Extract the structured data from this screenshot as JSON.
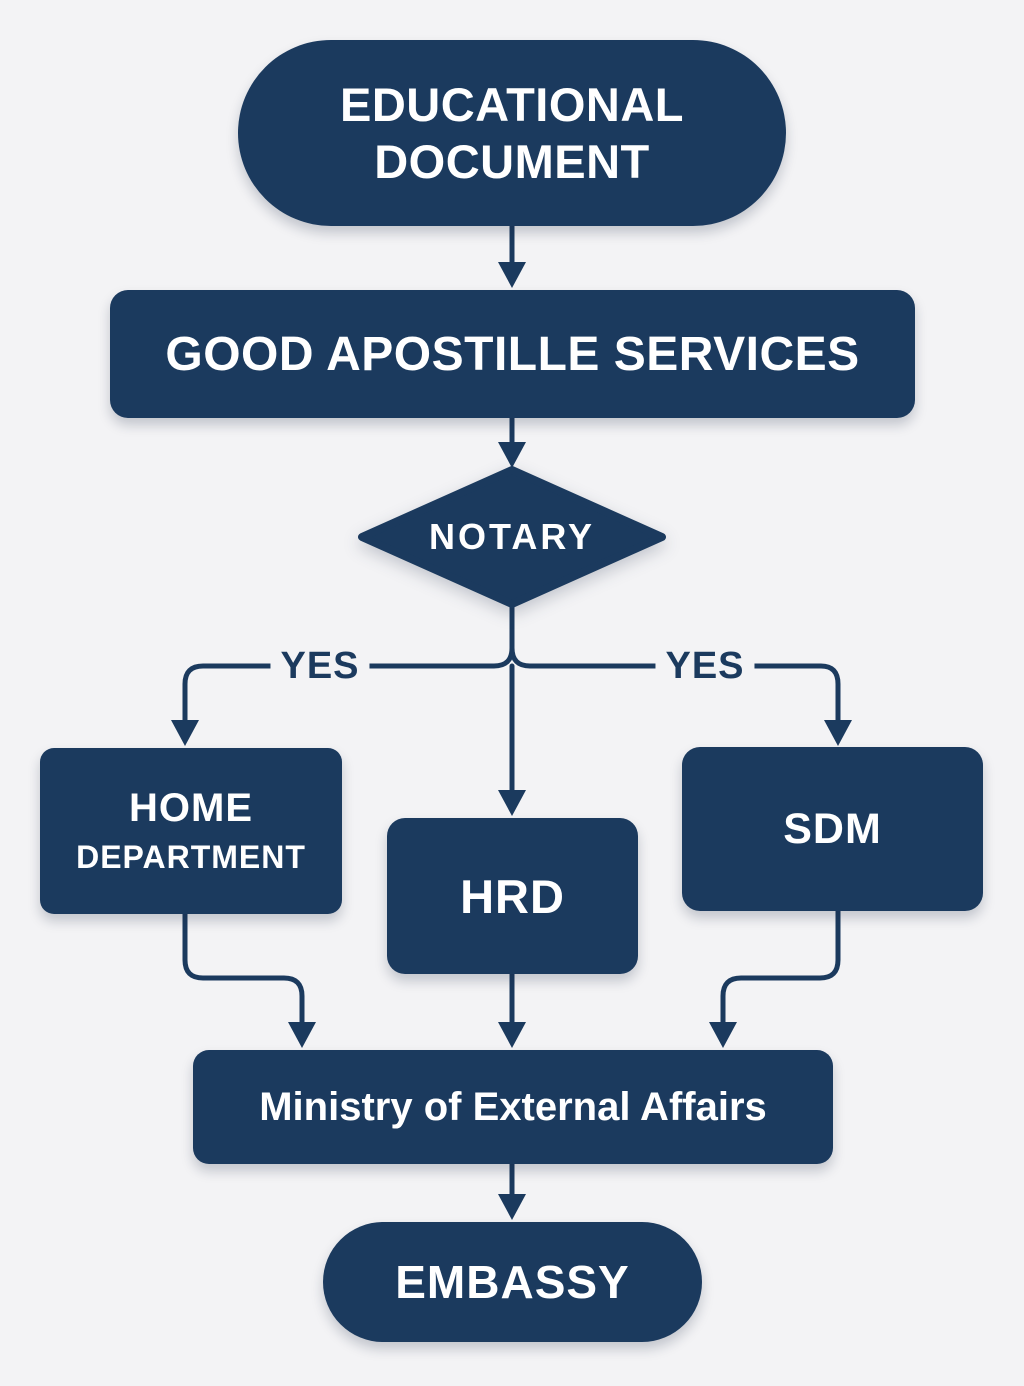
{
  "colors": {
    "navy": "#1b3a5e",
    "background": "#f3f3f5",
    "node_text": "#ffffff"
  },
  "nodes": {
    "educational_document": {
      "label": "EDUCATIONAL DOCUMENT"
    },
    "good_apostille_services": {
      "label": "GOOD APOSTILLE SERVICES"
    },
    "notary": {
      "label": "NOTARY"
    },
    "home_department": {
      "line1": "HOME",
      "line2": "DEPARTMENT"
    },
    "hrd": {
      "label": "HRD"
    },
    "sdm": {
      "label": "SDM"
    },
    "ministry_external_affairs": {
      "label": "Ministry of External Affairs"
    },
    "embassy": {
      "label": "EMBASSY"
    }
  },
  "edge_labels": {
    "yes_left": "YES",
    "yes_right": "YES"
  }
}
